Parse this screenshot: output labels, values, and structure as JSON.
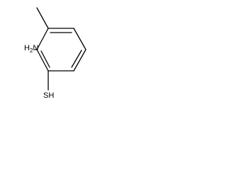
{
  "molecule": {
    "amino_label": "H",
    "amino_label_prefix": "",
    "amino_label_sub": "2",
    "amino_label_n": "N",
    "thiol_label": "SH"
  },
  "colors": {
    "bond": "#000000",
    "text": "#000000",
    "background": "#ffffff"
  }
}
